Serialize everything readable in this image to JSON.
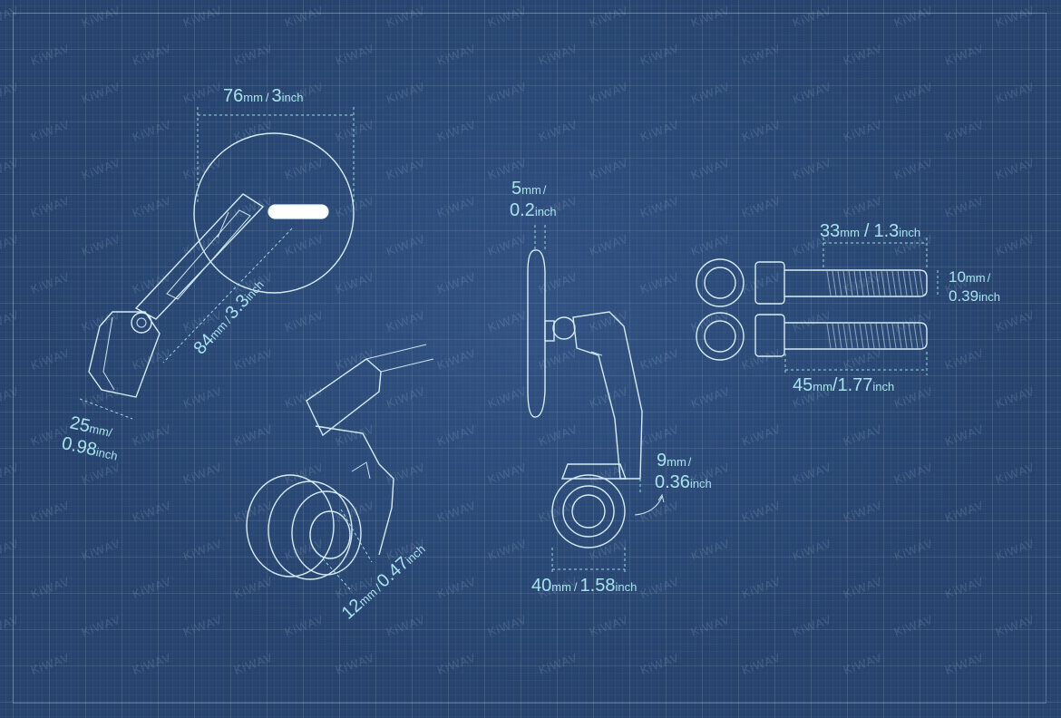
{
  "watermark": {
    "text": "KiWAV"
  },
  "dimensions": {
    "mirror_width": {
      "value": "76",
      "unit": "mm",
      "sep": "/",
      "value2": "3",
      "unit2": "inch"
    },
    "arm_length": {
      "value": "84",
      "unit": "mm",
      "sep": "/",
      "value2": "3.3",
      "unit2": "inch"
    },
    "base_width": {
      "value": "25",
      "unit": "mm",
      "sep": "/",
      "value2": "0.98",
      "unit2": "inch"
    },
    "bar_diameter": {
      "value": "12",
      "unit": "mm",
      "sep": "/",
      "value2": "0.47",
      "unit2": "inch"
    },
    "glass_thickness": {
      "value": "5",
      "unit": "mm",
      "sep": "/",
      "value2": "0.2",
      "unit2": "inch"
    },
    "offset": {
      "value": "9",
      "unit": "mm",
      "sep": "/",
      "value2": "0.36",
      "unit2": "inch"
    },
    "clamp_width": {
      "value": "40",
      "unit": "mm",
      "sep": "/",
      "value2": "1.58",
      "unit2": "inch"
    },
    "bolt_short": {
      "value": "33",
      "unit": "mm",
      "sep": "/",
      "value2": "1.3",
      "unit2": "inch"
    },
    "bolt_long": {
      "value": "45",
      "unit": "mm",
      "sep": "/",
      "value2": "1.77",
      "unit2": "inch"
    },
    "bolt_diameter": {
      "value": "10",
      "unit": "mm",
      "sep": "/",
      "value2": "0.39",
      "unit2": "inch"
    }
  }
}
